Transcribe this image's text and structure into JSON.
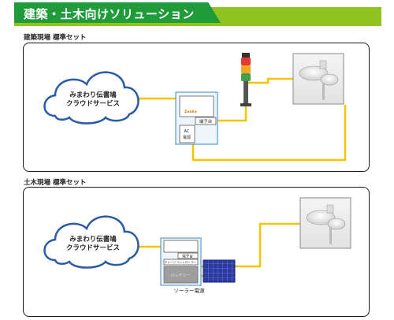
{
  "header": {
    "title": "建築・土木向けソリューション"
  },
  "section1": {
    "label": "建築現場 標準セット",
    "cloud_line1": "みまわり伝書鳩",
    "cloud_line2": "クラウドサービス",
    "device_brand": "Zenlia",
    "terminal_label": "端子台",
    "ac_label_1": "AC",
    "ac_label_2": "電源"
  },
  "section2": {
    "label": "土木現場 標準セット",
    "cloud_line1": "みまわり伝書鳩",
    "cloud_line2": "クラウドサービス",
    "terminal_label": "端子台",
    "controller_label": "チャージ コントローラー",
    "battery_label": "バッテリー",
    "solar_label": "ソーラー電源"
  },
  "colors": {
    "header_dark": "#1f9b3a",
    "header_light": "#8fc31f",
    "wire": "#f5c400",
    "cloud_stroke": "#2a5aa8"
  }
}
